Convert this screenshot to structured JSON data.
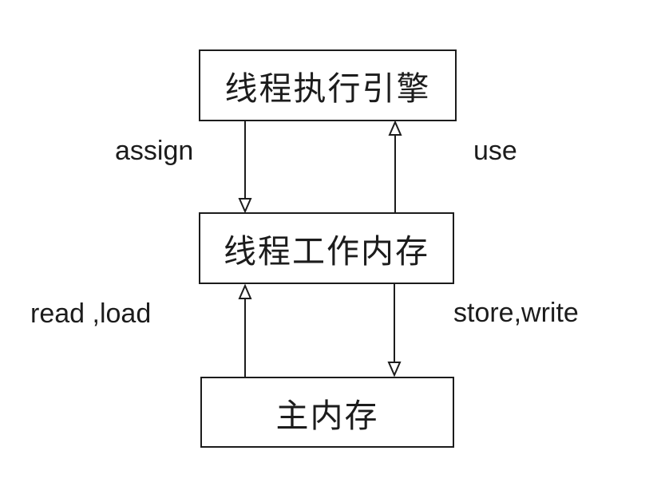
{
  "diagram": {
    "nodes": [
      {
        "id": "thread-execution-engine",
        "label": "线程执行引擎"
      },
      {
        "id": "thread-working-memory",
        "label": "线程工作内存"
      },
      {
        "id": "main-memory",
        "label": "主内存"
      }
    ],
    "edges": [
      {
        "id": "assign",
        "label": "assign",
        "from": "thread-execution-engine",
        "to": "thread-working-memory"
      },
      {
        "id": "use",
        "label": "use",
        "from": "thread-working-memory",
        "to": "thread-execution-engine"
      },
      {
        "id": "read-load",
        "label": "read ,load",
        "from": "main-memory",
        "to": "thread-working-memory"
      },
      {
        "id": "store-write",
        "label": "store,write",
        "from": "thread-working-memory",
        "to": "main-memory"
      }
    ],
    "colors": {
      "line": "#1c1c1c",
      "text": "#1c1c1c",
      "background": "#ffffff"
    }
  }
}
